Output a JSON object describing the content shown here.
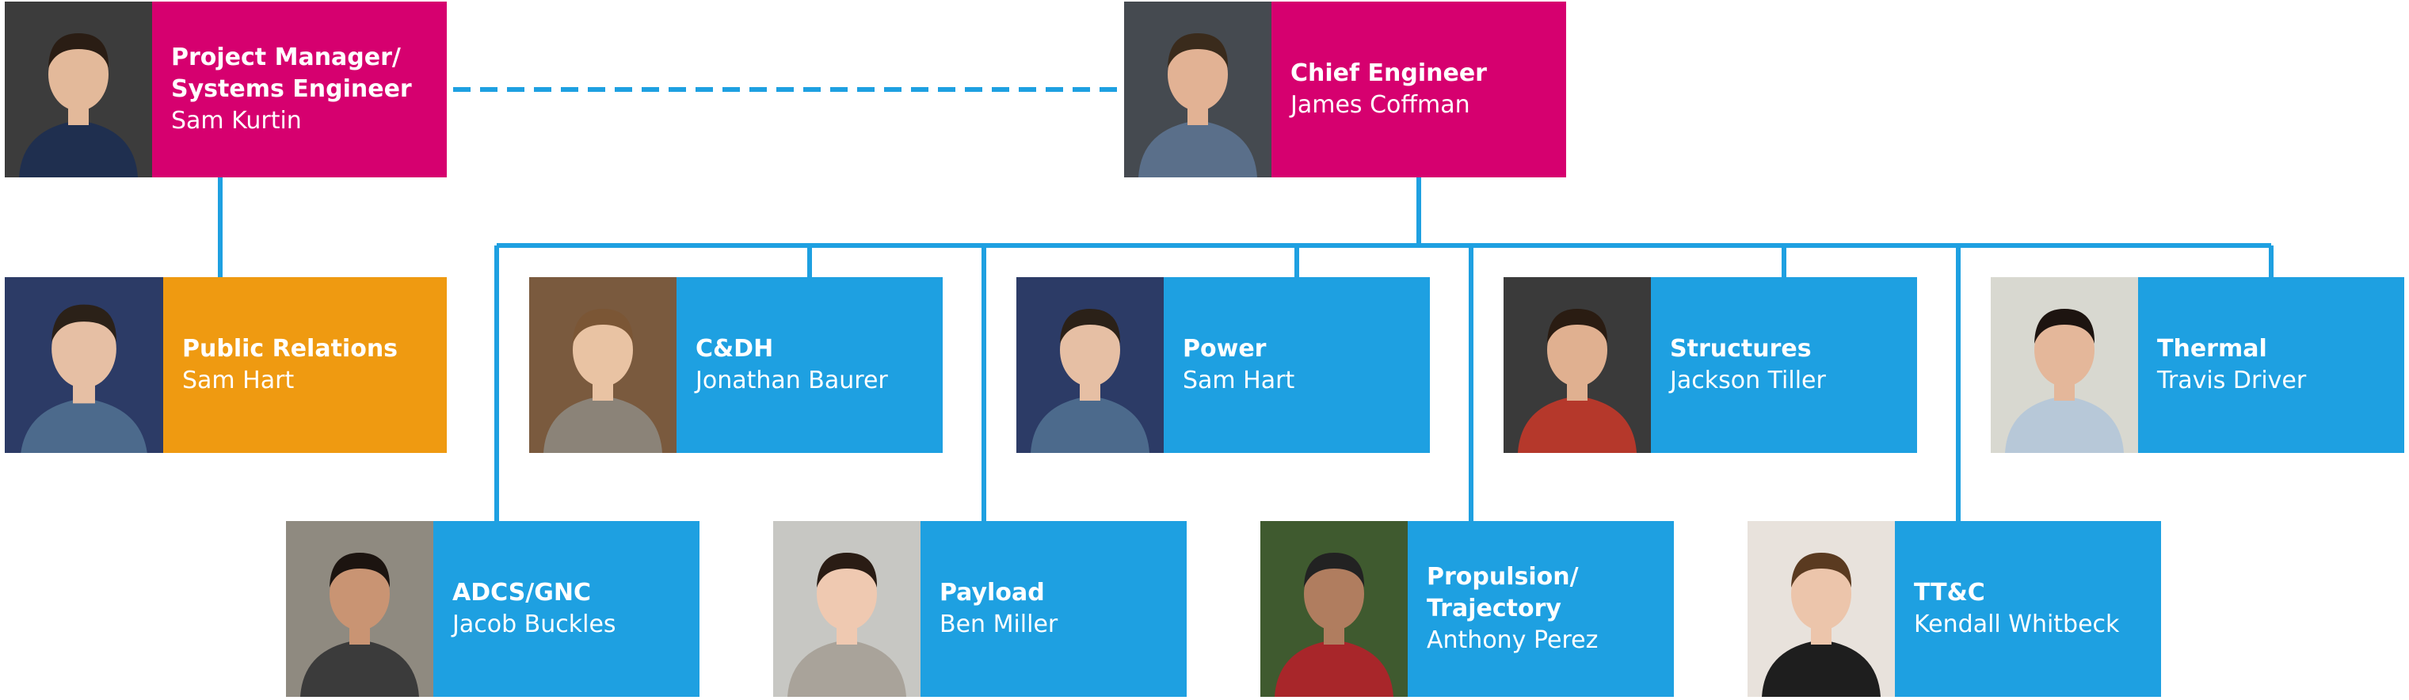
{
  "colors": {
    "leadership": "#d6006f",
    "public_relations": "#ef9a11",
    "subsystem": "#1ea0e1",
    "connector": "#1ea0e1",
    "arrowhead": "#d6006f"
  },
  "members": [
    {
      "id": "pm",
      "role": "Project Manager/\nSystems Engineer",
      "name": "Sam Kurtin",
      "color": "pink",
      "photo": "photo-sam-kurtin"
    },
    {
      "id": "ce",
      "role": "Chief Engineer",
      "name": "James Coffman",
      "color": "pink",
      "photo": "photo-james-coffman"
    },
    {
      "id": "pr",
      "role": "Public Relations",
      "name": "Sam Hart",
      "color": "orange",
      "photo": "photo-sam-hart"
    },
    {
      "id": "cdh",
      "role": "C&DH",
      "name": "Jonathan Baurer",
      "color": "blue",
      "photo": "photo-jonathan-baurer"
    },
    {
      "id": "power",
      "role": "Power",
      "name": "Sam Hart",
      "color": "blue",
      "photo": "photo-sam-hart"
    },
    {
      "id": "structures",
      "role": "Structures",
      "name": "Jackson Tiller",
      "color": "blue",
      "photo": "photo-jackson-tiller"
    },
    {
      "id": "thermal",
      "role": "Thermal",
      "name": "Travis Driver",
      "color": "blue",
      "photo": "photo-travis-driver"
    },
    {
      "id": "adcs",
      "role": "ADCS/GNC",
      "name": "Jacob Buckles",
      "color": "blue",
      "photo": "photo-jacob-buckles"
    },
    {
      "id": "payload",
      "role": "Payload",
      "name": "Ben Miller",
      "color": "blue",
      "photo": "photo-ben-miller"
    },
    {
      "id": "propulsion",
      "role": "Propulsion/\nTrajectory",
      "name": "Anthony Perez",
      "color": "blue",
      "photo": "photo-anthony-perez"
    },
    {
      "id": "ttc",
      "role": "TT&C",
      "name": "Kendall Whitbeck",
      "color": "blue",
      "photo": "photo-kendall-whitbeck"
    }
  ],
  "links": [
    {
      "from": "pm",
      "to": "ce",
      "style": "dashed"
    },
    {
      "from": "pm",
      "to": "pr",
      "style": "solid"
    },
    {
      "from": "ce",
      "to": "cdh",
      "style": "solid"
    },
    {
      "from": "ce",
      "to": "power",
      "style": "solid"
    },
    {
      "from": "ce",
      "to": "structures",
      "style": "solid"
    },
    {
      "from": "ce",
      "to": "thermal",
      "style": "solid"
    },
    {
      "from": "ce",
      "to": "adcs",
      "style": "solid"
    },
    {
      "from": "ce",
      "to": "payload",
      "style": "solid"
    },
    {
      "from": "ce",
      "to": "propulsion",
      "style": "solid"
    },
    {
      "from": "ce",
      "to": "ttc",
      "style": "solid"
    }
  ]
}
